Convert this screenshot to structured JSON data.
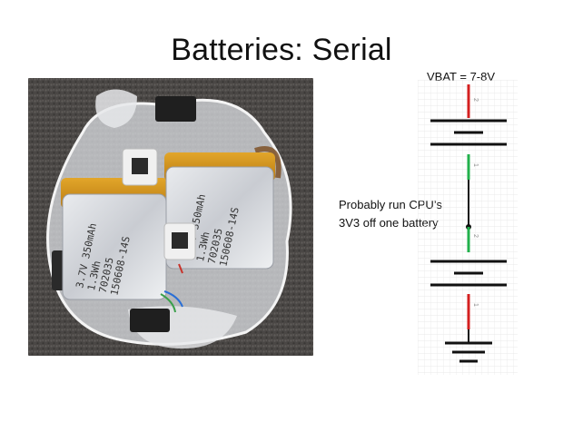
{
  "slide": {
    "title": "Batteries: Serial",
    "vbat_label": "VBAT = 7-8V",
    "note_lines": [
      "Probably run CPU’s",
      "3V3 off one battery"
    ]
  },
  "photo": {
    "battery_left_label": [
      "3.7V 350mAh",
      "1.3Wh",
      "702035",
      "150608-14S"
    ],
    "battery_right_label": [
      "3.7V 350mAh",
      "1.3Wh",
      "702035",
      "150608-14S"
    ]
  },
  "schematic": {
    "pin_labels": [
      "2",
      "1",
      "2",
      "1"
    ],
    "colors": {
      "positive_wire": "#d42020",
      "negative_wire": "#22b14c",
      "link_wire": "#111111",
      "grid": "#e4e4e4"
    }
  }
}
